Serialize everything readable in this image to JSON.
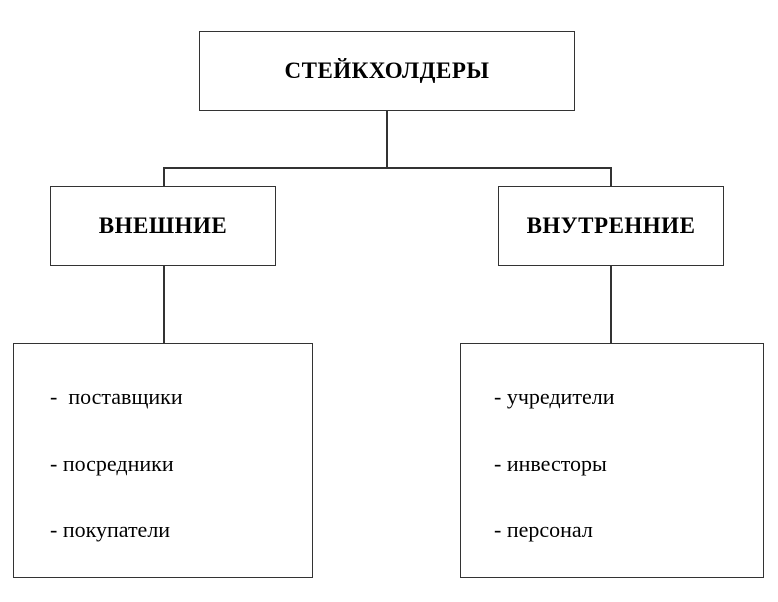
{
  "root": {
    "label": "СТЕЙКХОЛДЕРЫ"
  },
  "external": {
    "label": "ВНЕШНИЕ",
    "items": [
      "-  поставщики",
      "- посредники",
      "- покупатели"
    ]
  },
  "internal": {
    "label": "ВНУТРЕННИЕ",
    "items": [
      "- учредители",
      "- инвесторы",
      "- персонал"
    ]
  }
}
